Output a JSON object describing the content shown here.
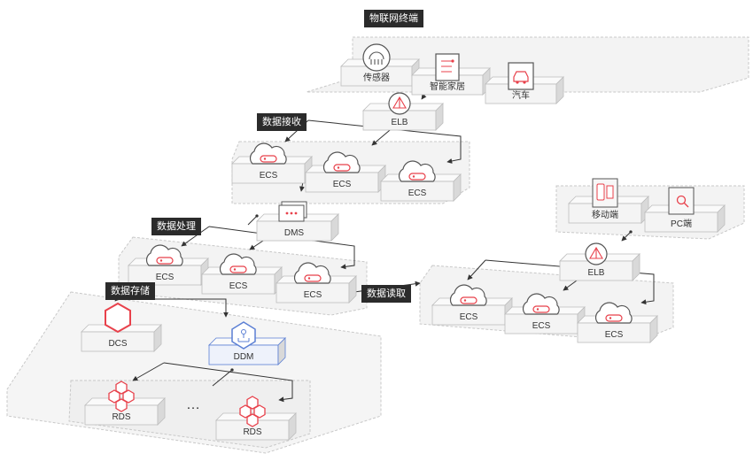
{
  "groups": {
    "iot": "物联网终端",
    "receive": "数据接收",
    "process": "数据处理",
    "storage": "数据存储",
    "read": "数据读取"
  },
  "nodes": {
    "sensor": "传感器",
    "smart_home": "智能家居",
    "car": "汽车",
    "elb_top": "ELB",
    "ecs_r1": "ECS",
    "ecs_r2": "ECS",
    "ecs_r3": "ECS",
    "dms": "DMS",
    "ecs_p1": "ECS",
    "ecs_p2": "ECS",
    "ecs_p3": "ECS",
    "dcs": "DCS",
    "ddm": "DDM",
    "rds_1": "RDS",
    "rds_ellipsis": "…",
    "rds_2": "RDS",
    "mobile": "移动端",
    "pc": "PC端",
    "elb_right": "ELB",
    "ecs_d1": "ECS",
    "ecs_d2": "ECS",
    "ecs_d3": "ECS"
  },
  "colors": {
    "accent_red": "#e8414b",
    "ddm_blue": "#5b7fd4",
    "tag_bg": "#2b2b2b",
    "line": "#333333",
    "platform_dash": "#c8c8c8"
  }
}
